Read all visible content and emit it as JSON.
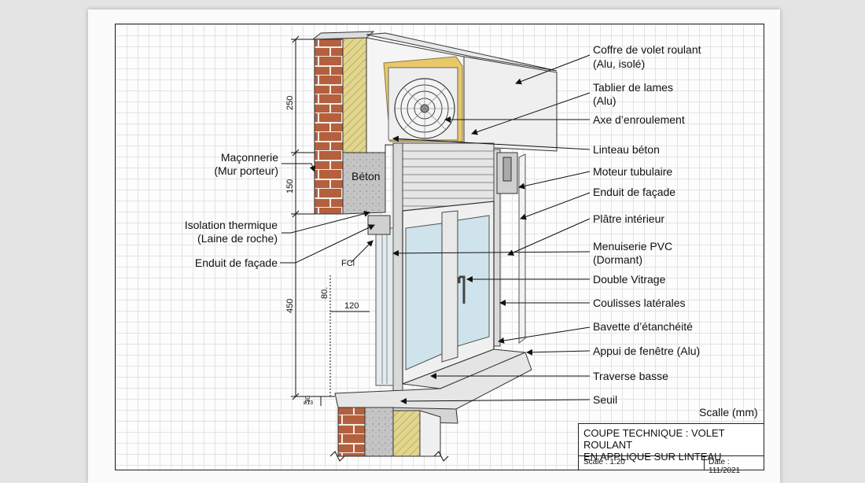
{
  "labels_right": [
    {
      "id": "coffre",
      "lines": [
        "Coffre de volet roulant",
        "(Alu, isolé)"
      ]
    },
    {
      "id": "tablier",
      "lines": [
        "Tablier de lames",
        "(Alu)"
      ]
    },
    {
      "id": "axe",
      "lines": [
        "Axe d’enroulement"
      ]
    },
    {
      "id": "linteau",
      "lines": [
        "Linteau béton"
      ]
    },
    {
      "id": "moteur",
      "lines": [
        "Moteur tubulaire"
      ]
    },
    {
      "id": "enduit-r",
      "lines": [
        "Enduit de façade"
      ]
    },
    {
      "id": "platre",
      "lines": [
        "Plâtre intérieur"
      ]
    },
    {
      "id": "menuiserie",
      "lines": [
        "Menuiserie PVC",
        "(Dormant)"
      ]
    },
    {
      "id": "vitrage",
      "lines": [
        "Double Vitrage"
      ]
    },
    {
      "id": "coulisses",
      "lines": [
        "Coulisses latérales"
      ]
    },
    {
      "id": "bavette",
      "lines": [
        "Bavette d’étanchéité"
      ]
    },
    {
      "id": "appui",
      "lines": [
        "Appui de fenêtre (Alu)"
      ]
    },
    {
      "id": "traverse",
      "lines": [
        "Traverse basse"
      ]
    },
    {
      "id": "seuil",
      "lines": [
        "Seuil"
      ]
    }
  ],
  "labels_left": [
    {
      "id": "maconnerie",
      "lines": [
        "Maçonnerie",
        "(Mur porteur)"
      ]
    },
    {
      "id": "isolation",
      "lines": [
        "Isolation thermique",
        "(Laine de roche)"
      ]
    },
    {
      "id": "enduit-l",
      "lines": [
        "Enduit de façade"
      ]
    }
  ],
  "inline_labels": {
    "beton": "Béton",
    "fcl": "FCl"
  },
  "dimensions": {
    "d250": "250",
    "d150": "150",
    "d450": "450",
    "d80": "80.",
    "d120": "120",
    "d30": "30",
    "d13": "ø13"
  },
  "scale_note": "Scalle (mm)",
  "title_block": {
    "title_line1": "COUPE TECHNIQUE : VOLET ROULANT",
    "title_line2": "EN APPLIQUE SUR LINTEAU",
    "scale": "Scale : 1:20",
    "date": "Date : 111/2021"
  },
  "colors": {
    "brick": "#b4603f",
    "insulation": "#e2d58e",
    "concrete": "#c4c4c4",
    "frame": "#f0f0f0",
    "glass": "#cfe3ec"
  }
}
